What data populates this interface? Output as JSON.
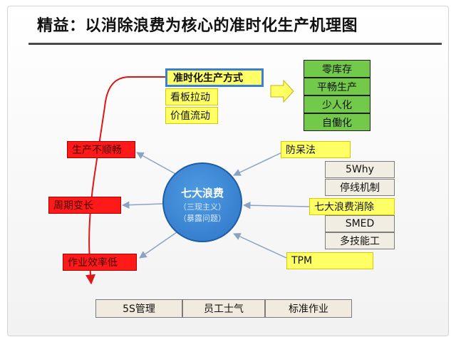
{
  "title": "精益：以消除浪费为核心的准时化生产机理图",
  "center": {
    "main": "七大浪费",
    "sub1": "（三现主义）",
    "sub2": "（暴露问题）"
  },
  "jit": {
    "main": "准时化生产方式",
    "items": [
      "看板拉动",
      "价值流动"
    ]
  },
  "green_items": [
    "零库存",
    "平畅生产",
    "少人化",
    "自働化"
  ],
  "problems": [
    "生产不顺畅",
    "周期变长",
    "作业效率低"
  ],
  "tools": {
    "fangdai": "防呆法",
    "qidalang": "七大浪费消除",
    "tpm": "TPM",
    "gray_top": [
      "5Why",
      "停线机制"
    ],
    "gray_bottom": [
      "SMED",
      "多技能工"
    ]
  },
  "foundation": [
    "5S管理",
    "员工士气",
    "标准作业"
  ],
  "colors": {
    "highlight_yellow": "#ffff66",
    "problem_red": "#ff1a1a",
    "result_green": "#72c94a",
    "center_blue": "#2e74c7",
    "arrow_red": "#e01515",
    "arrow_blue_gray": "#8aa3c4"
  }
}
